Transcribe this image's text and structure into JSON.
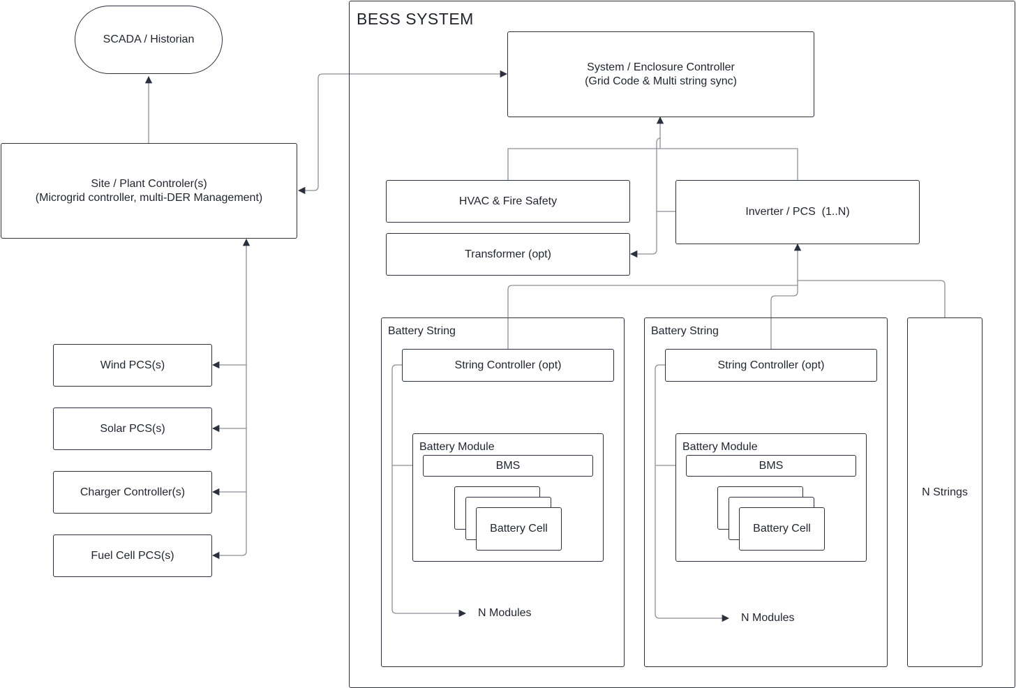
{
  "scada": {
    "label": "SCADA / Historian"
  },
  "site_controller": {
    "line1": "Site / Plant Controler(s)",
    "line2": "(Microgrid controller, multi-DER Management)"
  },
  "der": [
    {
      "label": "Wind PCS(s)"
    },
    {
      "label": "Solar PCS(s)"
    },
    {
      "label": "Charger Controller(s)"
    },
    {
      "label": "Fuel Cell PCS(s)"
    }
  ],
  "bess": {
    "title": "BESS SYSTEM",
    "system_controller": {
      "line1": "System / Enclosure Controller",
      "line2": "(Grid Code & Multi string sync)"
    },
    "hvac": "HVAC & Fire Safety",
    "transformer": "Transformer (opt)",
    "inverter": "Inverter / PCS  (1..N)",
    "strings": [
      {
        "title": "Battery String",
        "string_controller": "String Controller (opt)",
        "module_title": "Battery Module",
        "bms": "BMS",
        "cell": "Battery Cell",
        "n_modules": "N Modules"
      },
      {
        "title": "Battery String",
        "string_controller": "String Controller (opt)",
        "module_title": "Battery Module",
        "bms": "BMS",
        "cell": "Battery Cell",
        "n_modules": "N Modules"
      }
    ],
    "n_strings": "N Strings"
  },
  "colors": {
    "stroke": "#2b3040",
    "connector": "#8a8f99",
    "text": "#1f2430",
    "background": "#ffffff"
  }
}
